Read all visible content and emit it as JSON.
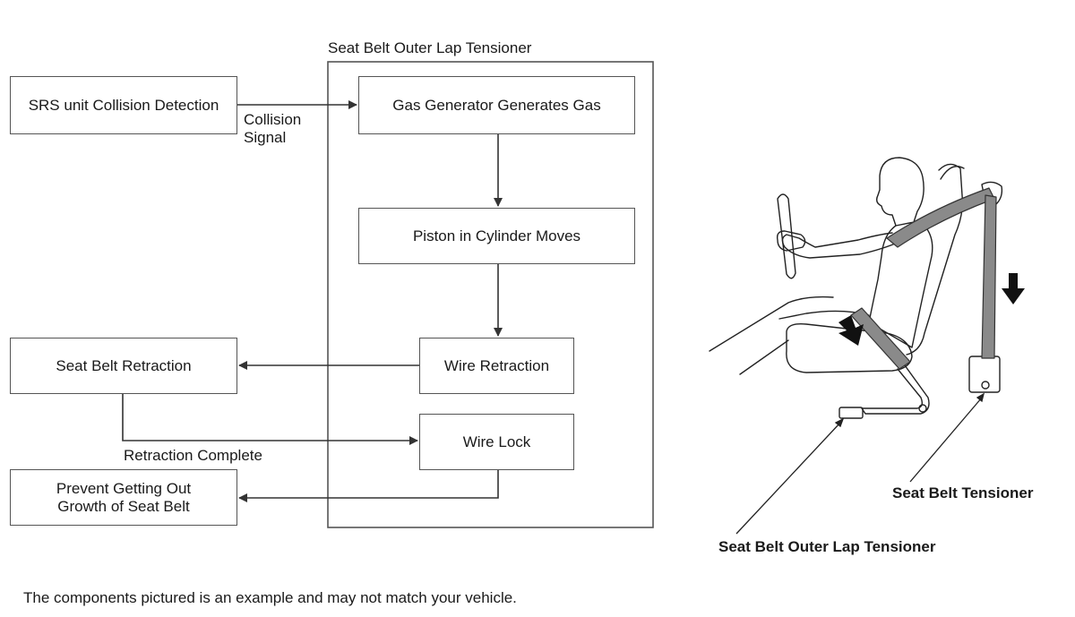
{
  "diagram": {
    "group_title": "Seat Belt Outer Lap Tensioner",
    "nodes": {
      "srs": "SRS unit Collision Detection",
      "gas": "Gas Generator Generates Gas",
      "piston": "Piston in Cylinder Moves",
      "wire_retraction": "Wire Retraction",
      "seat_belt_retraction": "Seat Belt Retraction",
      "wire_lock": "Wire Lock",
      "prevent_line1": "Prevent Getting Out",
      "prevent_line2": "Growth of Seat Belt"
    },
    "edge_labels": {
      "collision_line1": "Collision",
      "collision_line2": "Signal",
      "retraction_complete": "Retraction Complete"
    }
  },
  "illustration": {
    "callout_tensioner": "Seat Belt Tensioner",
    "callout_lap_tensioner": "Seat Belt Outer Lap Tensioner"
  },
  "footer_note": "The components pictured is an example and may not match your vehicle."
}
